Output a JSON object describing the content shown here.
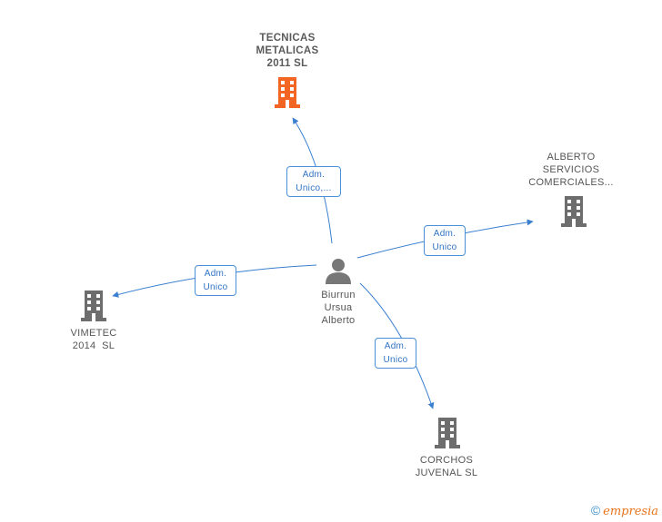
{
  "nodes": {
    "center": {
      "lines": [
        "Biurrun",
        "Ursua",
        "Alberto"
      ],
      "icon": "person-icon"
    },
    "tecnicas": {
      "lines": [
        "TECNICAS",
        "METALICAS",
        "2011 SL"
      ],
      "icon": "building-icon",
      "color": "#f26522"
    },
    "alberto_servicios": {
      "lines": [
        "ALBERTO",
        "SERVICIOS",
        "COMERCIALES..."
      ],
      "icon": "building-icon",
      "color": "#6d6d6d"
    },
    "vimetec": {
      "lines": [
        "VIMETEC",
        "2014  SL"
      ],
      "icon": "building-icon",
      "color": "#6d6d6d"
    },
    "corchos": {
      "lines": [
        "CORCHOS",
        "JUVENAL SL"
      ],
      "icon": "building-icon",
      "color": "#6d6d6d"
    }
  },
  "edges": {
    "to_tecnicas": [
      "Adm.",
      "Unico,..."
    ],
    "to_alberto_servicios": [
      "Adm.",
      "Unico"
    ],
    "to_vimetec": [
      "Adm.",
      "Unico"
    ],
    "to_corchos": [
      "Adm.",
      "Unico"
    ]
  },
  "colors": {
    "edge": "#3a7fd0",
    "highlight": "#f26522",
    "building": "#6d6d6d",
    "person": "#777777"
  },
  "footer": {
    "copyright": "©",
    "brand": "empresia"
  }
}
